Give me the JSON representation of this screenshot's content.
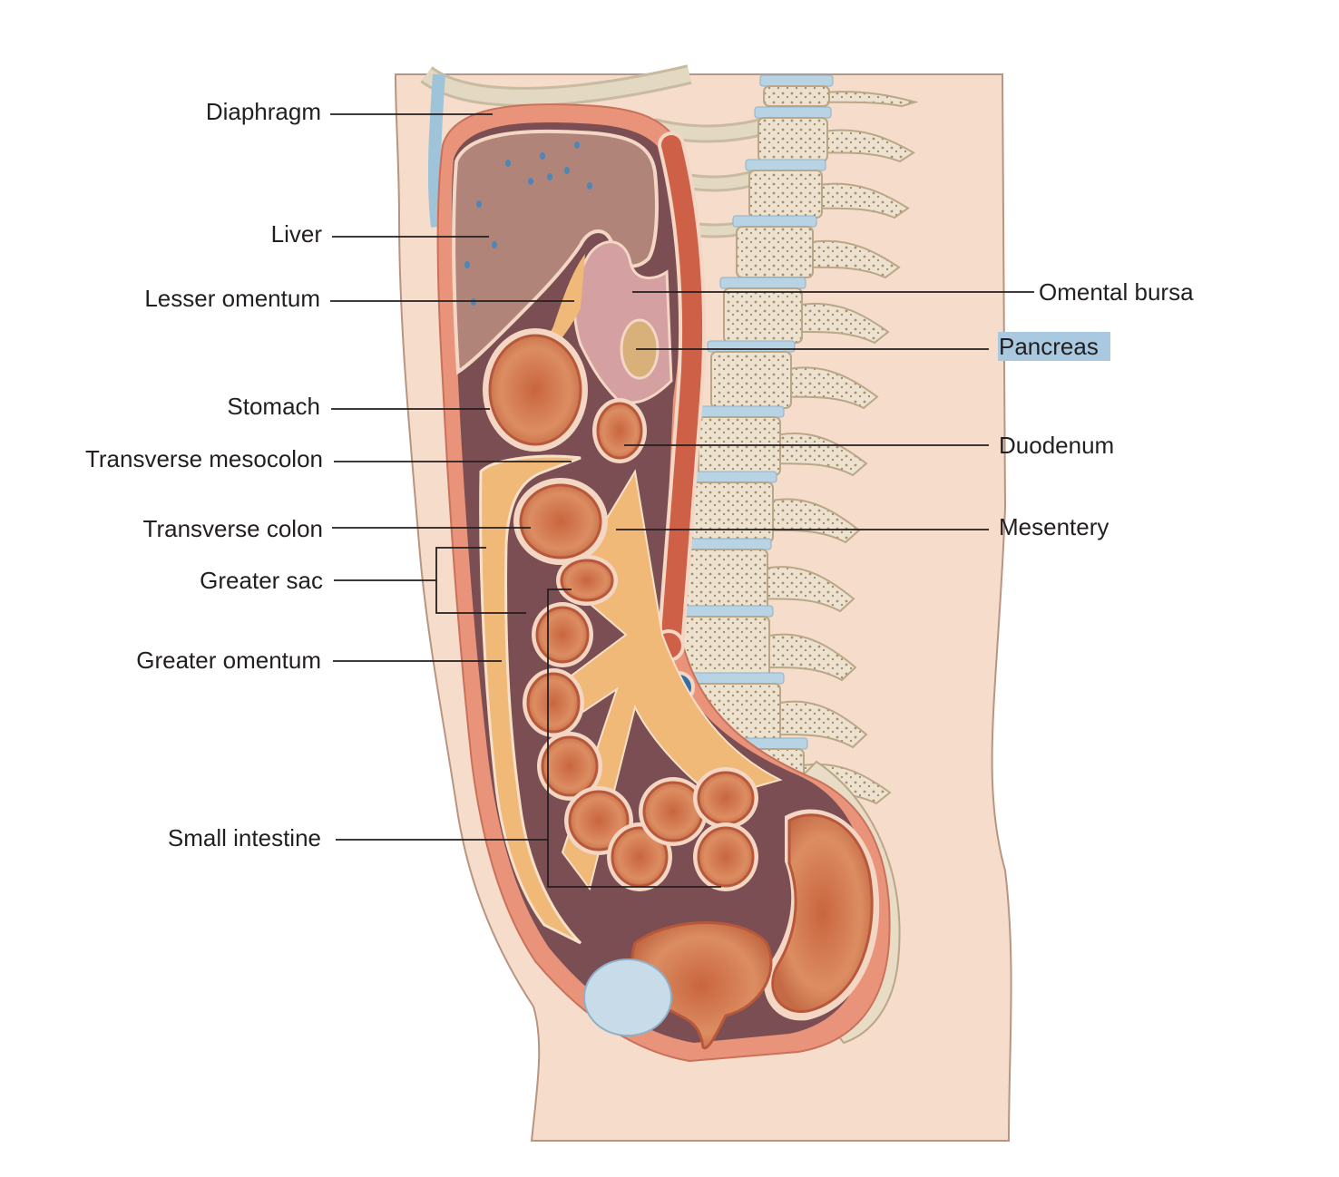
{
  "labels": {
    "diaphragm": "Diaphragm",
    "liver": "Liver",
    "lesser_omentum": "Lesser omentum",
    "stomach": "Stomach",
    "transverse_mesocolon": "Transverse mesocolon",
    "transverse_colon": "Transverse colon",
    "greater_sac": "Greater sac",
    "greater_omentum": "Greater omentum",
    "small_intestine": "Small intestine",
    "omental_bursa": "Omental bursa",
    "pancreas": "Pancreas",
    "duodenum": "Duodenum",
    "mesentery": "Mesentery"
  },
  "highlighted_label": "pancreas",
  "colors": {
    "skin": "#f6dccb",
    "skin_outline": "#b89482",
    "peritoneal_cavity": "#7a4e52",
    "organ": "#d9845a",
    "organ_dark": "#b8583a",
    "liver": "#b08478",
    "fat": "#f0b978",
    "membrane": "#f3d6c3",
    "bone": "#e8dcc6",
    "bone_dark": "#b9a788",
    "disc": "#b8d3e3",
    "vessel_red": "#cf6048",
    "vessel_blue": "#2f6fa6",
    "highlight": "#a9c9e0"
  }
}
